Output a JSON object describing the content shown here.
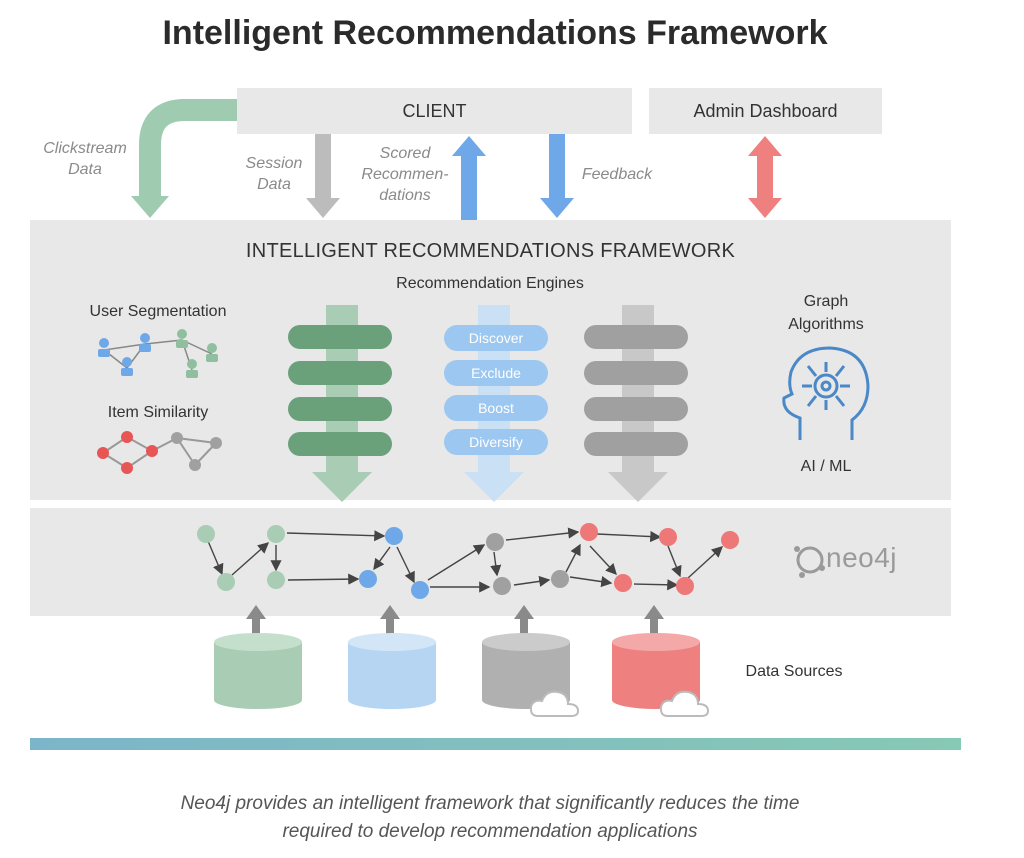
{
  "title": "Intelligent Recommendations Framework",
  "client_label": "CLIENT",
  "admin_label": "Admin Dashboard",
  "flows": {
    "clickstream": [
      "Clickstream",
      "Data"
    ],
    "session": [
      "Session",
      "Data"
    ],
    "scored": [
      "Scored",
      "Recommen-",
      "dations"
    ],
    "feedback": "Feedback"
  },
  "framework": {
    "title": "INTELLIGENT RECOMMENDATIONS FRAMEWORK",
    "engines_label": "Recommendation Engines",
    "user_segmentation": "User Segmentation",
    "item_similarity": "Item Similarity",
    "graph_algorithms": [
      "Graph",
      "Algorithms"
    ],
    "ai_ml": "AI / ML",
    "engine_steps": [
      "Discover",
      "Exclude",
      "Boost",
      "Diversify"
    ]
  },
  "graph_logo": "neo4j",
  "data_sources_label": "Data Sources",
  "caption": [
    "Neo4j provides an intelligent framework that significantly reduces the time",
    "required to develop recommendation applications"
  ],
  "colors": {
    "green": "#8fbf9f",
    "green_dark": "#6aa07a",
    "blue": "#6fa8e8",
    "blue_light": "#b5d5f2",
    "gray": "#a9a9a9",
    "red": "#ee7777",
    "panel": "#e8e8e8"
  }
}
